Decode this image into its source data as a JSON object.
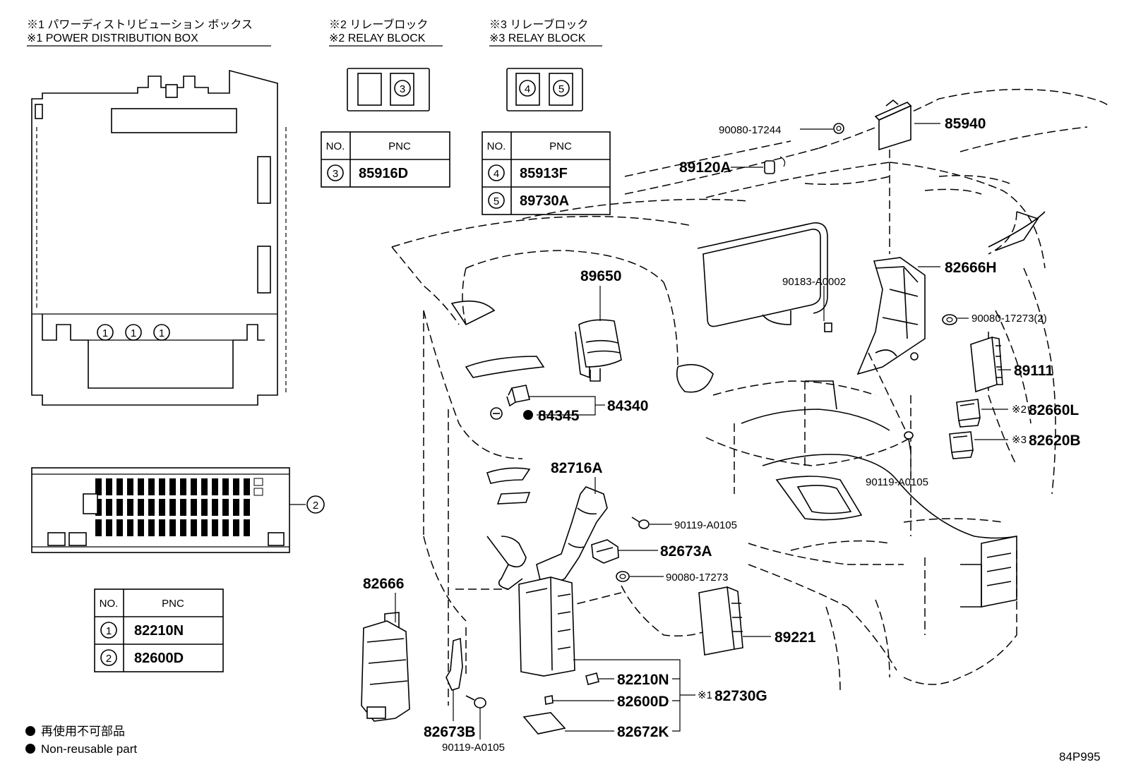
{
  "headers": {
    "pdb_jp": "※1  パワーディストリビューション ボックス",
    "pdb_en": "※1  POWER DISTRIBUTION BOX",
    "relay2_jp": "※2 リレーブロック",
    "relay2_en": "※2 RELAY BLOCK",
    "relay3_jp": "※3 リレーブロック",
    "relay3_en": "※3 RELAY BLOCK"
  },
  "tables": {
    "col_no": "NO.",
    "col_pnc": "PNC",
    "relay2": [
      {
        "no": "3",
        "pnc": "85916D"
      }
    ],
    "relay3": [
      {
        "no": "4",
        "pnc": "85913F"
      },
      {
        "no": "5",
        "pnc": "89730A"
      }
    ],
    "pdb": [
      {
        "no": "1",
        "pnc": "82210N"
      },
      {
        "no": "2",
        "pnc": "82600D"
      }
    ]
  },
  "markers": {
    "m1": "1",
    "m2": "2",
    "m3": "3",
    "m4": "4",
    "m5": "5"
  },
  "parts": {
    "p90080_17244": "90080-17244",
    "p85940": "85940",
    "p89120A": "89120A",
    "p89650": "89650",
    "p90183_A0002": "90183-A0002",
    "p82666H": "82666H",
    "p90080_17273_2": "90080-17273(2)",
    "p89111": "89111",
    "p82660L": "82660L",
    "p82620B": "82620B",
    "p84340": "84340",
    "p84345": "84345",
    "p90119_A0105_r": "90119-A0105",
    "p82716A": "82716A",
    "p90119_A0105_m": "90119-A0105",
    "p82673A": "82673A",
    "p90080_17273": "90080-17273",
    "p82666": "82666",
    "p89221": "89221",
    "p82210N": "82210N",
    "p82600D": "82600D",
    "p82730G": "82730G",
    "p82672K": "82672K",
    "p82673B": "82673B",
    "p90119_A0105_b": "90119-A0105"
  },
  "refs": {
    "r2": "※2",
    "r3": "※3",
    "r1": "※1"
  },
  "legend": {
    "jp": "再使用不可部品",
    "en": "Non-reusable part",
    "code": "84P995"
  }
}
